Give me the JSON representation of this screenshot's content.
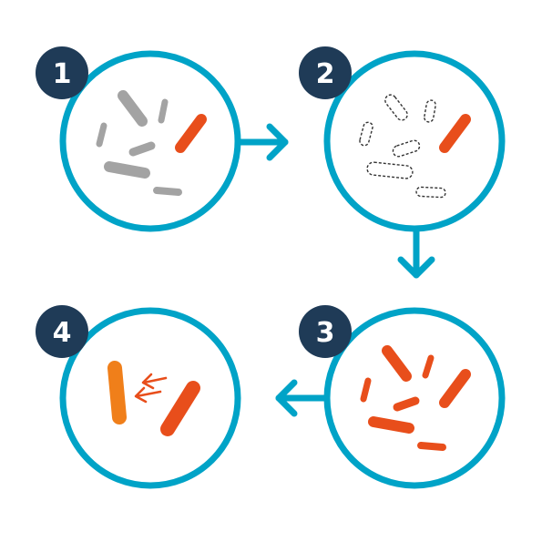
{
  "steps": [
    {
      "number": "1",
      "state": "gray bacteria with one resistant orange bacterium"
    },
    {
      "number": "2",
      "state": "gray bacteria killed (dashed outlines), resistant bacterium survives"
    },
    {
      "number": "3",
      "state": "resistant bacteria multiply"
    },
    {
      "number": "4",
      "state": "resistance transferred between bacteria"
    }
  ],
  "colors": {
    "ring": "#00a3c7",
    "badge": "#1f3b57",
    "badge_text": "#ffffff",
    "bacterium_gray": "#a3a3a3",
    "bacterium_resistant": "#e84e1b",
    "bacterium_recipient": "#f07f1a",
    "arrow": "#00a3c7",
    "transfer_arrow": "#e84e1b",
    "dead_outline": "#333333"
  },
  "icons": {
    "flow_arrow": "arrow-right-icon",
    "transfer_arrow": "double-arrow-icon"
  }
}
